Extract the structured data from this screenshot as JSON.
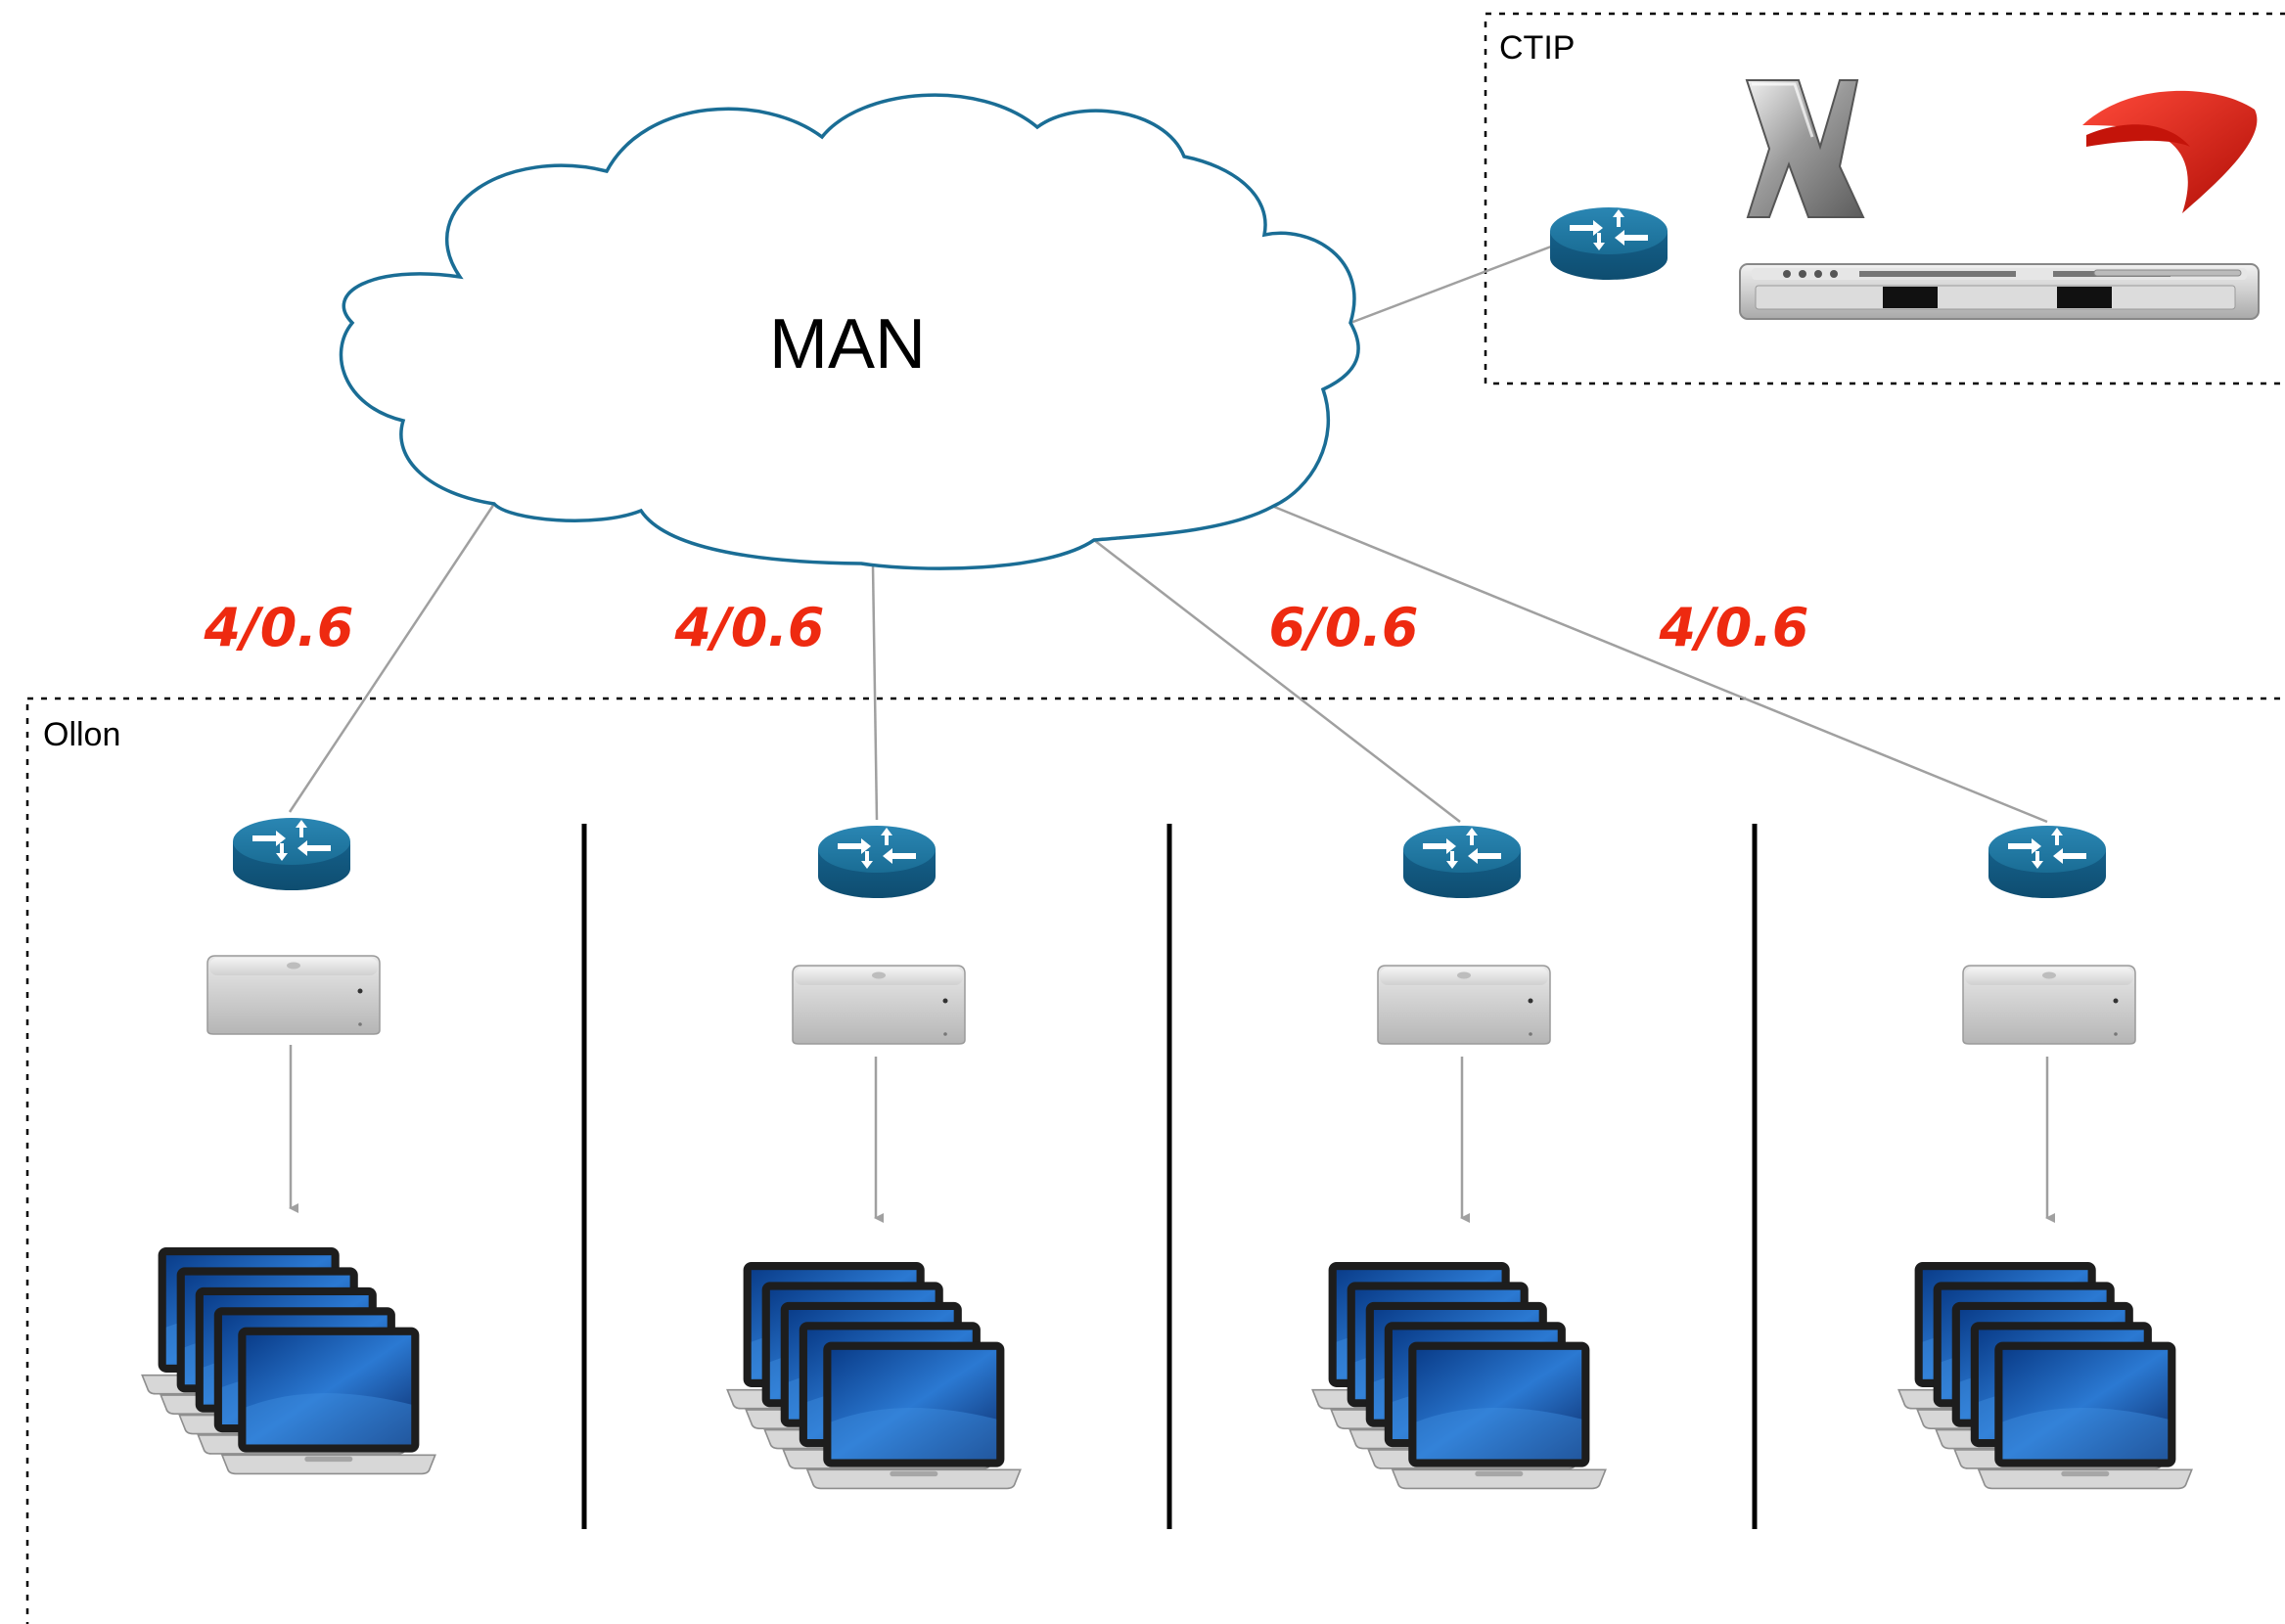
{
  "colors": {
    "cloud_stroke": "#1a6d95",
    "router_blue": "#1a6d95",
    "link_line": "#a0a0a0",
    "label_red": "#ee2a10",
    "separator": "#000000"
  },
  "cloud": {
    "label": "MAN"
  },
  "zones": {
    "ctip": {
      "label": "CTIP"
    },
    "ollon": {
      "label": "Ollon"
    }
  },
  "links": [
    {
      "label": "4/0.6"
    },
    {
      "label": "4/0.6"
    },
    {
      "label": "6/0.6"
    },
    {
      "label": "4/0.6"
    }
  ],
  "icons": {
    "router": "router-icon",
    "mini_server": "mac-mini-icon",
    "laptop_stack": "laptop-stack-icon",
    "rack_server": "rack-server-icon",
    "os_logo": "x-logo-icon",
    "app_logo": "red-swoosh-logo-icon"
  }
}
